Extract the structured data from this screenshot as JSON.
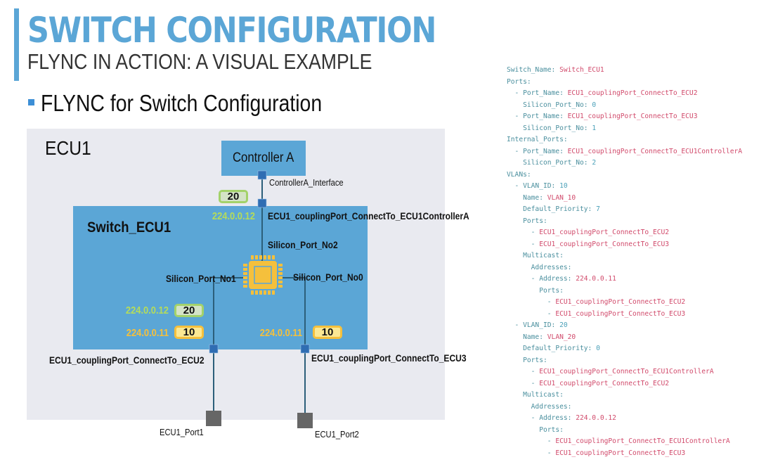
{
  "header": {
    "title": "SWITCH CONFIGURATION",
    "subtitle": "FLYNC IN ACTION: A VISUAL EXAMPLE",
    "bullet": "FLYNC for Switch Configuration"
  },
  "colors": {
    "accent": "#5ba6d6",
    "ecu_background": "#e9eaf0",
    "port_square": "#2f6db3",
    "external_port": "#666666",
    "vlan20_green": "#a3d26a",
    "vlan10_yellow": "#f5c03c",
    "chip": "#f5c03c",
    "yaml_key": "#4a8f9e",
    "yaml_value": "#d14a6b"
  },
  "diagram": {
    "ecu_label": "ECU1",
    "switch_label": "Switch_ECU1",
    "controller_label": "Controller A",
    "controller_interface_label": "ControllerA_Interface",
    "internal_port_label": "ECU1_couplingPort_ConnectTo_ECU1ControllerA",
    "silicon_port_2": "Silicon_Port_No2",
    "silicon_port_1": "Silicon_Port_No1",
    "silicon_port_0": "Silicon_Port_No0",
    "port_ecu2_label": "ECU1_couplingPort_ConnectTo_ECU2",
    "port_ecu3_label": "ECU1_couplingPort_ConnectTo_ECU3",
    "ext_port1_label": "ECU1_Port1",
    "ext_port2_label": "ECU1_Port2",
    "chip_icon": "microchip-icon",
    "tags": {
      "internal": {
        "ip": "224.0.0.12",
        "vlan": "20"
      },
      "ecu2": [
        {
          "ip": "224.0.0.12",
          "vlan": "20"
        },
        {
          "ip": "224.0.0.11",
          "vlan": "10"
        }
      ],
      "ecu3": [
        {
          "ip": "224.0.0.11",
          "vlan": "10"
        }
      ]
    }
  },
  "yaml": {
    "lines": [
      {
        "indent": 0,
        "key": "Switch_Name",
        "value": "Switch_ECU1",
        "vtype": "v"
      },
      {
        "indent": 0,
        "key": "Ports",
        "value": "",
        "vtype": "v"
      },
      {
        "indent": 2,
        "dash": true,
        "key": "Port_Name",
        "value": "ECU1_couplingPort_ConnectTo_ECU2",
        "vtype": "v"
      },
      {
        "indent": 4,
        "key": "Silicon_Port_No",
        "value": "0",
        "vtype": "n"
      },
      {
        "indent": 2,
        "dash": true,
        "key": "Port_Name",
        "value": "ECU1_couplingPort_ConnectTo_ECU3",
        "vtype": "v"
      },
      {
        "indent": 4,
        "key": "Silicon_Port_No",
        "value": "1",
        "vtype": "n"
      },
      {
        "indent": 0,
        "key": "Internal_Ports",
        "value": "",
        "vtype": "v"
      },
      {
        "indent": 2,
        "dash": true,
        "key": "Port_Name",
        "value": "ECU1_couplingPort_ConnectTo_ECU1ControllerA",
        "vtype": "v"
      },
      {
        "indent": 4,
        "key": "Silicon_Port_No",
        "value": "2",
        "vtype": "n"
      },
      {
        "indent": 0,
        "key": "VLANs",
        "value": "",
        "vtype": "v"
      },
      {
        "indent": 2,
        "dash": true,
        "key": "VLAN_ID",
        "value": "10",
        "vtype": "n"
      },
      {
        "indent": 4,
        "key": "Name",
        "value": "VLAN_10",
        "vtype": "v"
      },
      {
        "indent": 4,
        "key": "Default_Priority",
        "value": "7",
        "vtype": "n"
      },
      {
        "indent": 4,
        "key": "Ports",
        "value": "",
        "vtype": "v"
      },
      {
        "indent": 6,
        "dash": true,
        "key": "",
        "value": "ECU1_couplingPort_ConnectTo_ECU2",
        "vtype": "v"
      },
      {
        "indent": 6,
        "dash": true,
        "key": "",
        "value": "ECU1_couplingPort_ConnectTo_ECU3",
        "vtype": "v"
      },
      {
        "indent": 4,
        "key": "Multicast",
        "value": "",
        "vtype": "v"
      },
      {
        "indent": 6,
        "key": "Addresses",
        "value": "",
        "vtype": "v"
      },
      {
        "indent": 6,
        "dash": true,
        "key": "Address",
        "value": "224.0.0.11",
        "vtype": "v"
      },
      {
        "indent": 8,
        "key": "Ports",
        "value": "",
        "vtype": "v"
      },
      {
        "indent": 10,
        "dash": true,
        "key": "",
        "value": "ECU1_couplingPort_ConnectTo_ECU2",
        "vtype": "v"
      },
      {
        "indent": 10,
        "dash": true,
        "key": "",
        "value": "ECU1_couplingPort_ConnectTo_ECU3",
        "vtype": "v"
      },
      {
        "indent": 2,
        "dash": true,
        "key": "VLAN_ID",
        "value": "20",
        "vtype": "n"
      },
      {
        "indent": 4,
        "key": "Name",
        "value": "VLAN_20",
        "vtype": "v"
      },
      {
        "indent": 4,
        "key": "Default_Priority",
        "value": "0",
        "vtype": "n"
      },
      {
        "indent": 4,
        "key": "Ports",
        "value": "",
        "vtype": "v"
      },
      {
        "indent": 6,
        "dash": true,
        "key": "",
        "value": "ECU1_couplingPort_ConnectTo_ECU1ControllerA",
        "vtype": "v"
      },
      {
        "indent": 6,
        "dash": true,
        "key": "",
        "value": "ECU1_couplingPort_ConnectTo_ECU2",
        "vtype": "v"
      },
      {
        "indent": 4,
        "key": "Multicast",
        "value": "",
        "vtype": "v"
      },
      {
        "indent": 6,
        "key": "Addresses",
        "value": "",
        "vtype": "v"
      },
      {
        "indent": 6,
        "dash": true,
        "key": "Address",
        "value": "224.0.0.12",
        "vtype": "v"
      },
      {
        "indent": 8,
        "key": "Ports",
        "value": "",
        "vtype": "v"
      },
      {
        "indent": 10,
        "dash": true,
        "key": "",
        "value": "ECU1_couplingPort_ConnectTo_ECU1ControllerA",
        "vtype": "v"
      },
      {
        "indent": 10,
        "dash": true,
        "key": "",
        "value": "ECU1_couplingPort_ConnectTo_ECU3",
        "vtype": "v"
      }
    ]
  }
}
